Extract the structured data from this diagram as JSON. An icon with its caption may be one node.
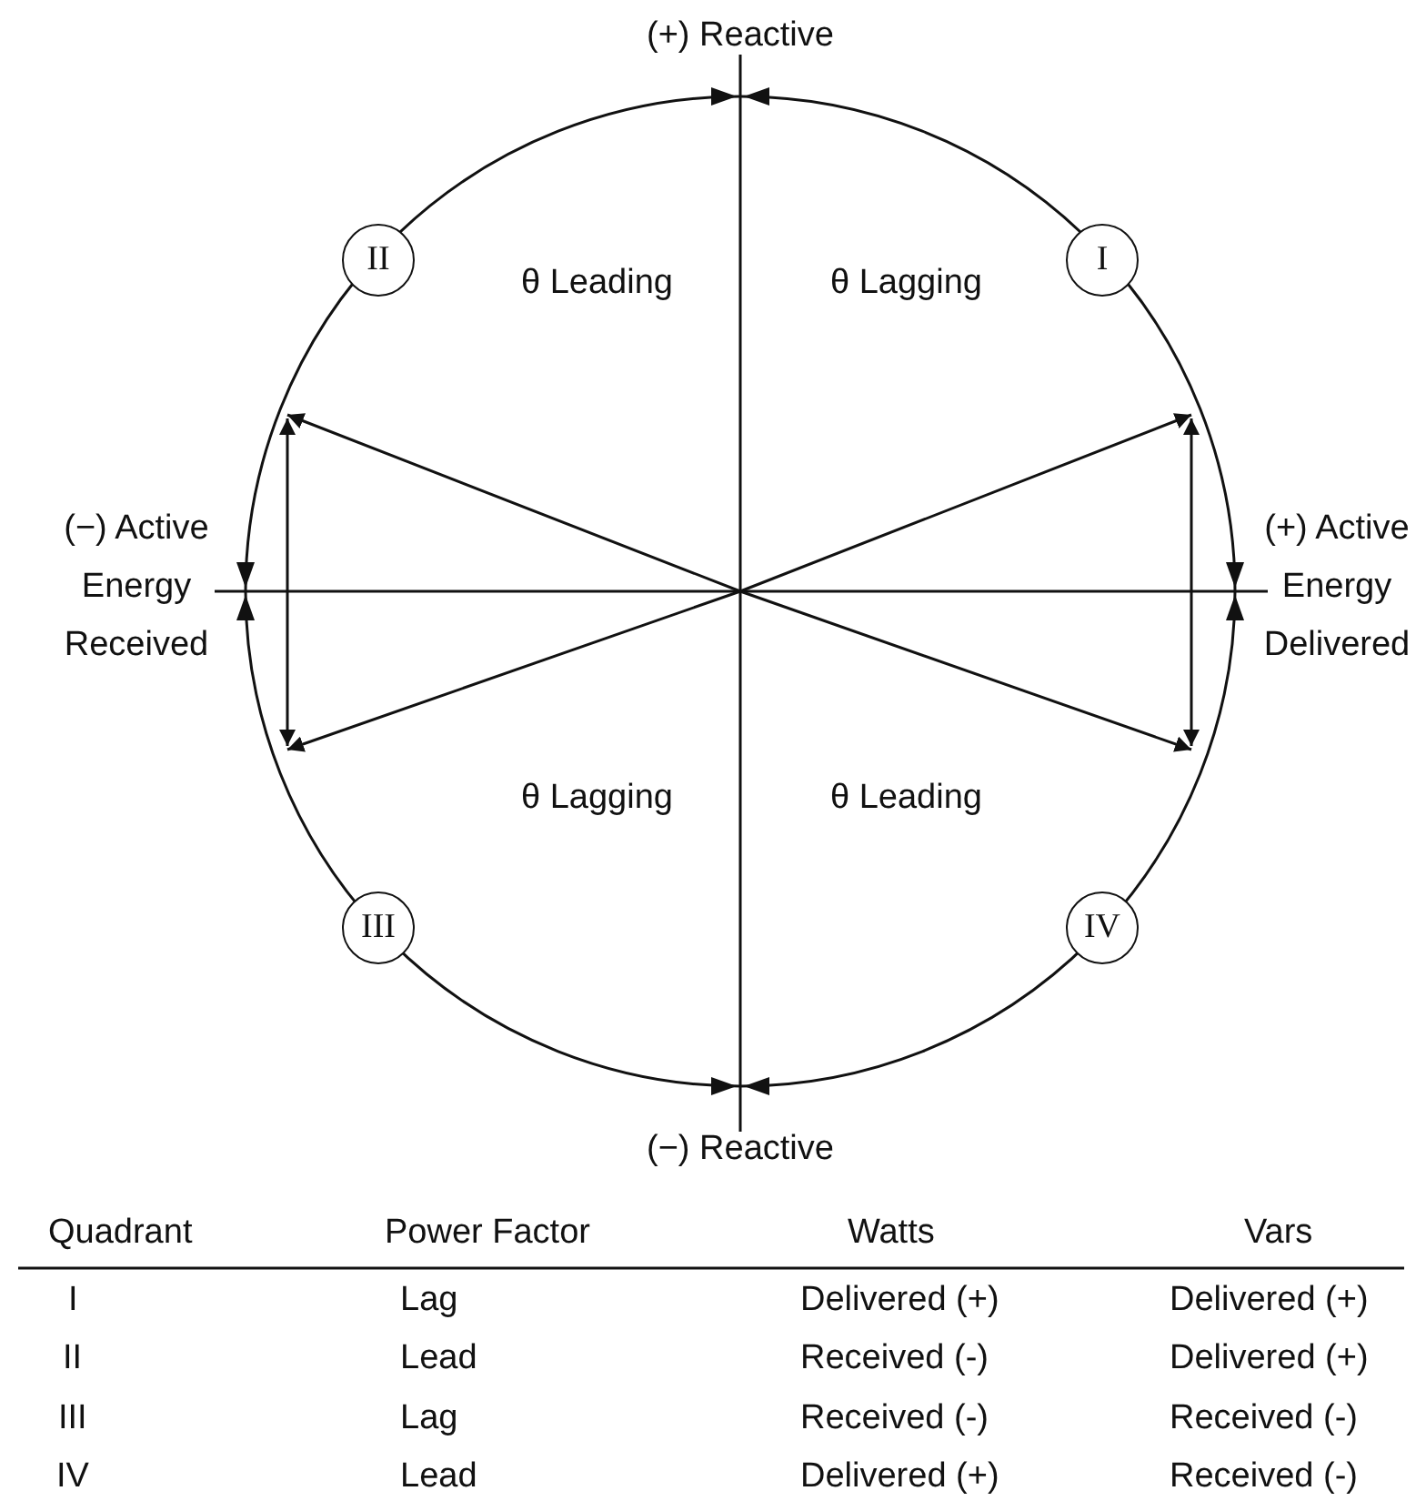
{
  "diagram": {
    "nodes": [
      {
        "text": [
          "II"
        ]
      },
      {
        "text": [
          "I"
        ]
      },
      {
        "text": [
          "III"
        ]
      },
      {
        "text": [
          "IV"
        ]
      }
    ],
    "labels": [
      "(+) Reactive",
      "θ Leading",
      "θ Lagging",
      "(−) Active Energy Received",
      "(+) Active Energy Delivered",
      "θ Lagging",
      "θ Leading",
      "(−) Reactive",
      "Quadrant",
      "Power Factor",
      "Watts",
      "Vars",
      "I",
      "Lag",
      "Delivered (+)",
      "Delivered (+)",
      "II",
      "Lead",
      "Received (-)",
      "Delivered (+)",
      "III",
      "Lag",
      "Received (-)",
      "Received (-)",
      "IV",
      "Lead",
      "Delivered (+)",
      "Received (-)"
    ]
  }
}
